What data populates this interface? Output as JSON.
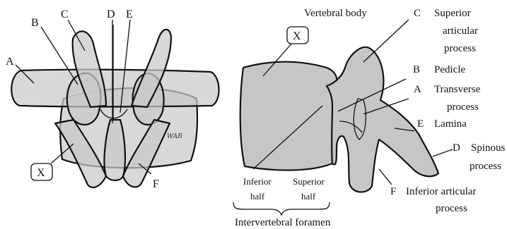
{
  "left_view": {
    "labels": {
      "A": "A",
      "B": "B",
      "C": "C",
      "D": "D",
      "E": "E",
      "F": "F",
      "X": "X"
    },
    "artist_mark": "WAR"
  },
  "right_view": {
    "x_box": "X",
    "vertebral_body": "Vertebral body",
    "letters": {
      "C": "C",
      "B": "B",
      "A": "A",
      "E": "E",
      "D": "D",
      "F": "F"
    },
    "superior_articular_process": [
      "Superior",
      "articular",
      "process"
    ],
    "pedicle": "Pedicle",
    "transverse_process": [
      "Transverse",
      "process"
    ],
    "lamina": "Lamina",
    "spinous_process": [
      "Spinous",
      "process"
    ],
    "inferior_articular_process": [
      "Inferior articular",
      "process"
    ],
    "inferior_half": [
      "Inferior",
      "half"
    ],
    "superior_half": [
      "Superior",
      "half"
    ],
    "intervertebral_foramen": "Intervertebral foramen"
  }
}
